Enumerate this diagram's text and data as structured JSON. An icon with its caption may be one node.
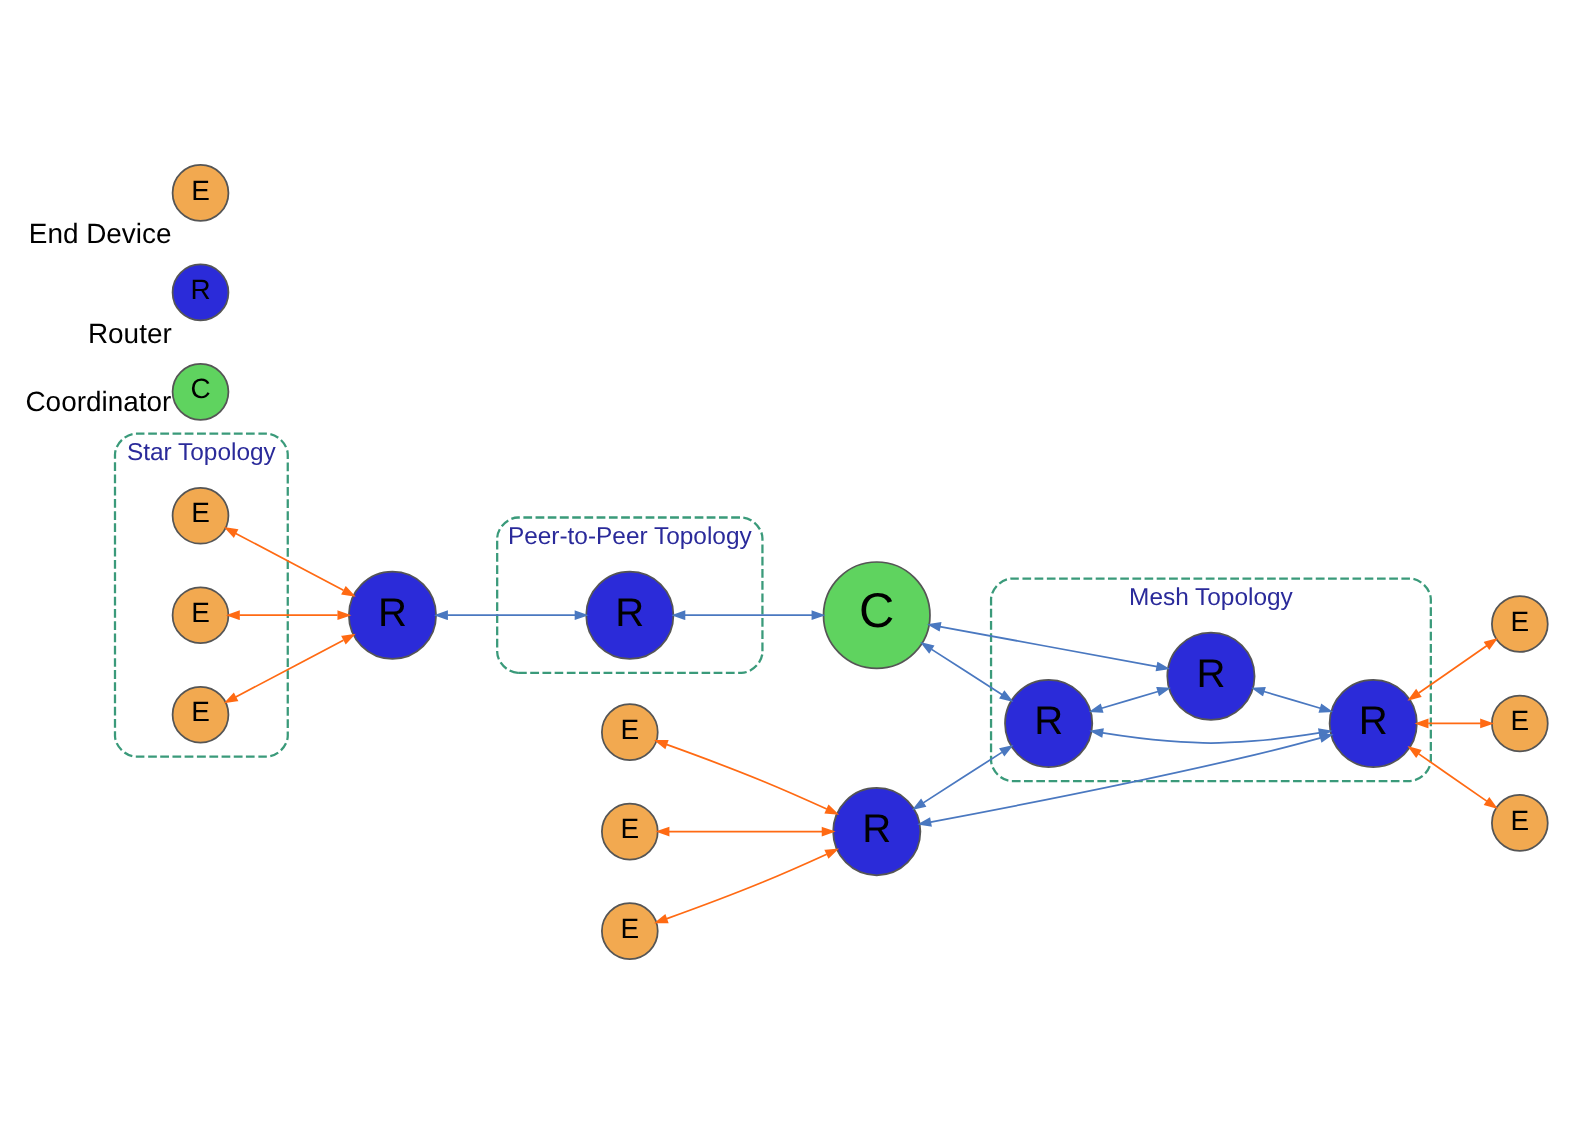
{
  "diagram": {
    "nodes": [
      {
        "text": [
          "Star Topology"
        ]
      },
      {
        "text": [
          "E"
        ],
        "in": 0
      },
      {
        "text": [
          "E"
        ],
        "in": 0
      },
      {
        "text": [
          "E"
        ],
        "in": 0
      },
      {
        "text": [
          "R"
        ]
      },
      {
        "text": [
          "Peer-to-Peer Topology"
        ]
      },
      {
        "text": [
          "R"
        ],
        "in": 5
      },
      {
        "text": [
          "E"
        ]
      },
      {
        "text": [
          "E"
        ]
      },
      {
        "text": [
          "E"
        ]
      },
      {
        "text": [
          "R"
        ]
      },
      {
        "text": [
          "Mesh Topology"
        ]
      },
      {
        "text": [
          "R"
        ],
        "in": 11
      },
      {
        "text": [
          "R"
        ],
        "in": 11
      },
      {
        "text": [
          "R"
        ],
        "in": 11
      },
      {
        "text": [
          "C"
        ]
      },
      {
        "text": [
          "E"
        ]
      },
      {
        "text": [
          "E"
        ]
      },
      {
        "text": [
          "E"
        ]
      },
      {
        "text": [
          "C"
        ],
        "beside": [
          "Coordinator"
        ]
      },
      {
        "text": [
          "R"
        ],
        "beside": [
          "Router"
        ]
      },
      {
        "text": [
          "E"
        ],
        "beside": [
          "End Device"
        ]
      }
    ],
    "edges": [
      {
        "from": 1,
        "to": 4,
        "arrow": "both",
        "color": "#ff6a13"
      },
      {
        "from": 2,
        "to": 4,
        "arrow": "both",
        "color": "#ff6a13"
      },
      {
        "from": 3,
        "to": 4,
        "arrow": "both",
        "color": "#ff6a13"
      },
      {
        "from": 4,
        "to": 6,
        "arrow": "both",
        "color": "#4a78c0"
      },
      {
        "from": 6,
        "to": 15,
        "arrow": "both",
        "color": "#4a78c0"
      },
      {
        "from": 7,
        "to": 10,
        "arrow": "both",
        "color": "#ff6a13"
      },
      {
        "from": 8,
        "to": 10,
        "arrow": "both",
        "color": "#ff6a13"
      },
      {
        "from": 9,
        "to": 10,
        "arrow": "both",
        "color": "#ff6a13"
      },
      {
        "from": 10,
        "to": 12,
        "arrow": "both",
        "color": "#4a78c0"
      },
      {
        "from": 10,
        "to": 13,
        "arrow": "both",
        "color": "#4a78c0"
      },
      {
        "from": 12,
        "to": 13,
        "arrow": "both",
        "color": "#4a78c0"
      },
      {
        "from": 15,
        "to": 12,
        "arrow": "both",
        "color": "#4a78c0"
      },
      {
        "from": 12,
        "to": 14,
        "arrow": "both",
        "color": "#4a78c0"
      },
      {
        "from": 14,
        "to": 13,
        "arrow": "both",
        "color": "#4a78c0"
      },
      {
        "from": 15,
        "to": 14,
        "arrow": "both",
        "color": "#4a78c0"
      },
      {
        "from": 13,
        "to": 16,
        "arrow": "both",
        "color": "#ff6a13"
      },
      {
        "from": 13,
        "to": 17,
        "arrow": "both",
        "color": "#ff6a13"
      },
      {
        "from": 13,
        "to": 18,
        "arrow": "both",
        "color": "#ff6a13"
      }
    ]
  }
}
